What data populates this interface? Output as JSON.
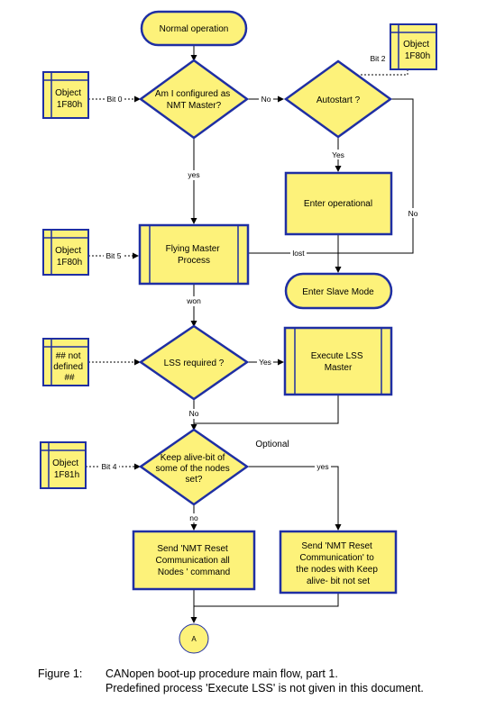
{
  "nodes": {
    "normal_operation": "Normal operation",
    "nmt_master_q": [
      "Am I configured as",
      "NMT Master?"
    ],
    "autostart_q": "Autostart ?",
    "enter_operational": "Enter operational",
    "flying_master": [
      "Flying Master",
      "Process"
    ],
    "enter_slave_mode": "Enter Slave Mode",
    "lss_required_q": "LSS required ?",
    "execute_lss_master": [
      "Execute LSS",
      "Master"
    ],
    "keep_alive_q": [
      "Keep alive-bit of",
      "some of the nodes",
      "set?"
    ],
    "send_reset_all": [
      "Send 'NMT Reset",
      "Communication all",
      "Nodes ' command"
    ],
    "send_reset_keep_alive": [
      "Send 'NMT Reset",
      "Communication' to",
      "the nodes with Keep",
      "alive- bit not set"
    ],
    "connector_a": "A"
  },
  "objects": {
    "obj_1f80_top": [
      "Object",
      "1F80h"
    ],
    "obj_1f80_left": [
      "Object",
      "1F80h"
    ],
    "obj_1f80_mid": [
      "Object",
      "1F80h"
    ],
    "obj_not_defined": [
      "## not",
      "defined",
      "##"
    ],
    "obj_1f81": [
      "Object",
      "1F81h"
    ]
  },
  "edge_labels": {
    "bit0": "Bit 0",
    "bit2": "Bit 2",
    "bit5": "Bit 5",
    "bit4": "Bit 4",
    "no_to_autostart": "No",
    "yes_master": "yes",
    "yes_autostart": "Yes",
    "no_autostart": "No",
    "lost": "lost",
    "won": "won",
    "yes_lss": "Yes",
    "no_lss": "No",
    "yes_keep": "yes",
    "no_keep": "no"
  },
  "optional_label": "Optional",
  "caption": {
    "label": "Figure 1:",
    "line1": "CANopen boot-up procedure main flow, part 1.",
    "line2": "Predefined process 'Execute LSS' is not given in this document."
  },
  "colors": {
    "fill": "#fdf27a",
    "stroke": "#1f2fa3"
  }
}
